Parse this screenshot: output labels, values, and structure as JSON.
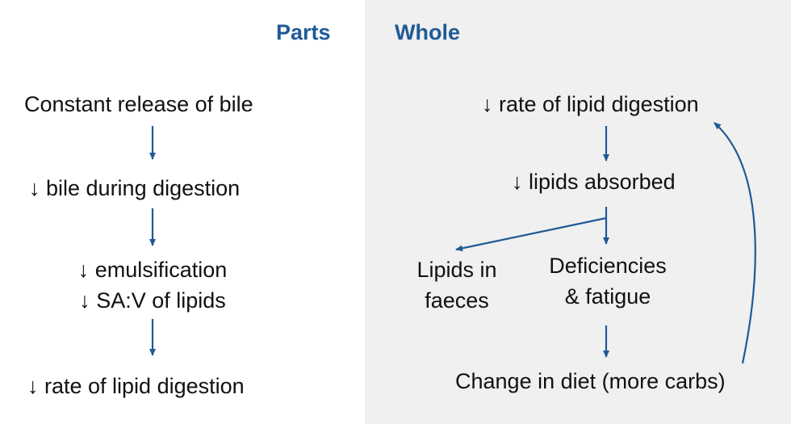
{
  "colors": {
    "heading": "#1f5a96",
    "arrow": "#1f5a96",
    "left_bg": "#ffffff",
    "right_bg": "#f0f0f0",
    "text": "#111111"
  },
  "headings": {
    "parts": "Parts",
    "whole": "Whole"
  },
  "parts": {
    "n1": "Constant release of bile",
    "n2": "↓ bile during digestion",
    "n3_line1": "↓ emulsification",
    "n3_line2": "↓ SA:V of lipids",
    "n4": "↓ rate of lipid digestion"
  },
  "whole": {
    "n1": "↓ rate of lipid digestion",
    "n2": "↓ lipids absorbed",
    "n3_line1": "Lipids in",
    "n3_line2": "faeces",
    "n4_line1": "Deficiencies",
    "n4_line2": "& fatigue",
    "n5": "Change in diet (more carbs)"
  }
}
